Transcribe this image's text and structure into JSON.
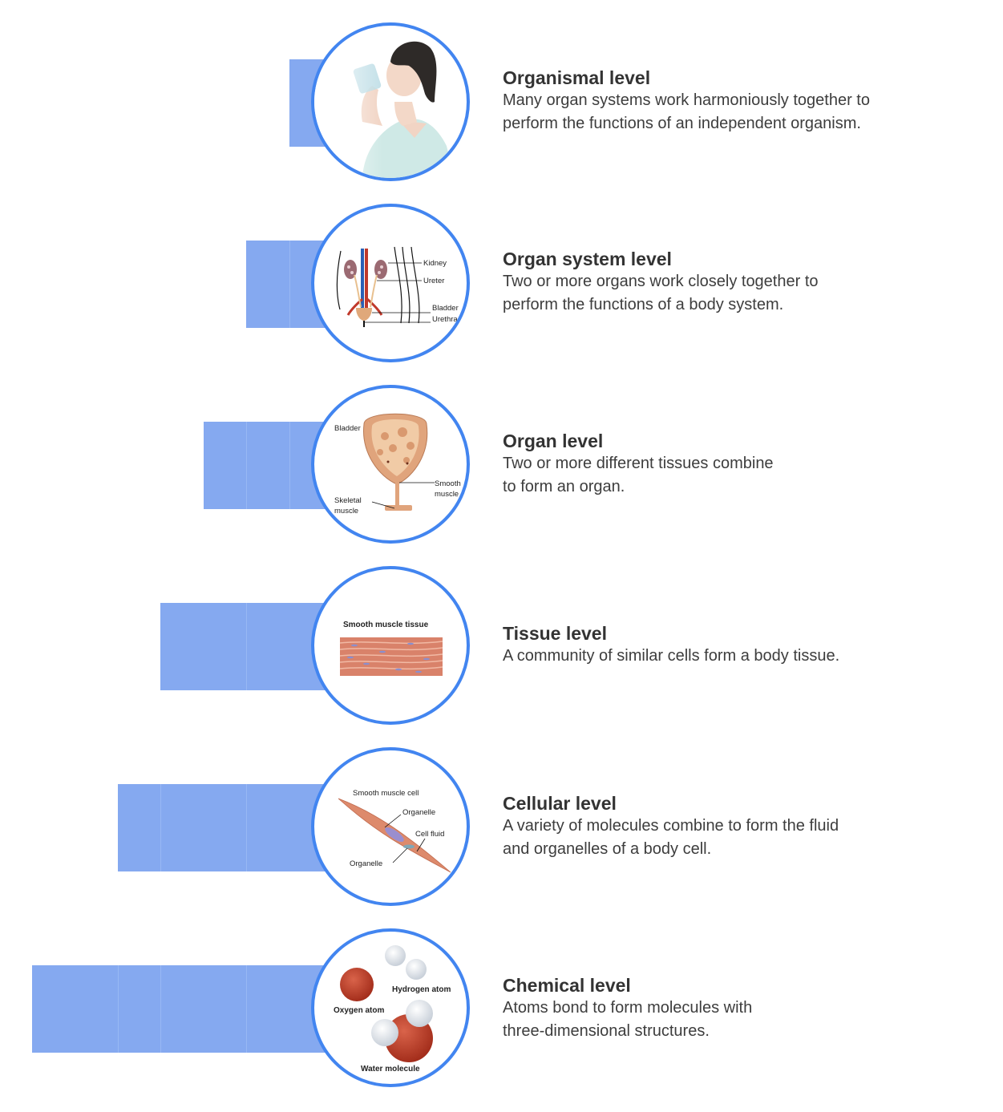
{
  "colors": {
    "bar": "#85a9f0",
    "circle_border": "#4285f0",
    "title_text": "#333333",
    "body_text": "#3d3d3d"
  },
  "levels": [
    {
      "title": "Organismal level",
      "description_lines": [
        "Many organ systems work harmoniously together to",
        "perform the functions of an independent organism."
      ],
      "illustration": "woman-drinking-water",
      "illustration_labels": [],
      "bar_steps": 1
    },
    {
      "title": "Organ system level",
      "description_lines": [
        "Two or more organs work closely together to",
        "perform the functions of a body system."
      ],
      "illustration": "urinary-system",
      "illustration_labels": [
        "Kidney",
        "Ureter",
        "Bladder",
        "Urethra"
      ],
      "bar_steps": 2
    },
    {
      "title": "Organ level",
      "description_lines": [
        "Two or more different tissues combine",
        "to form an organ."
      ],
      "illustration": "bladder",
      "illustration_labels": [
        "Bladder",
        "Smooth",
        "muscle",
        "Skeletal",
        "muscle"
      ],
      "bar_steps": 3
    },
    {
      "title": "Tissue level",
      "description_lines": [
        "A community of similar cells form a body tissue."
      ],
      "illustration": "smooth-muscle-tissue",
      "illustration_labels": [
        "Smooth muscle tissue"
      ],
      "bar_steps": 4
    },
    {
      "title": "Cellular level",
      "description_lines": [
        "A variety of molecules combine to form the fluid",
        "and organelles of a body cell."
      ],
      "illustration": "smooth-muscle-cell",
      "illustration_labels": [
        "Smooth muscle cell",
        "Organelle",
        "Cell fluid",
        "Organelle"
      ],
      "bar_steps": 5
    },
    {
      "title": "Chemical level",
      "description_lines": [
        "Atoms bond to form molecules with",
        "three-dimensional structures."
      ],
      "illustration": "water-molecule",
      "illustration_labels": [
        "Hydrogen atom",
        "Oxygen atom",
        "Water molecule"
      ],
      "bar_steps": 6
    }
  ]
}
